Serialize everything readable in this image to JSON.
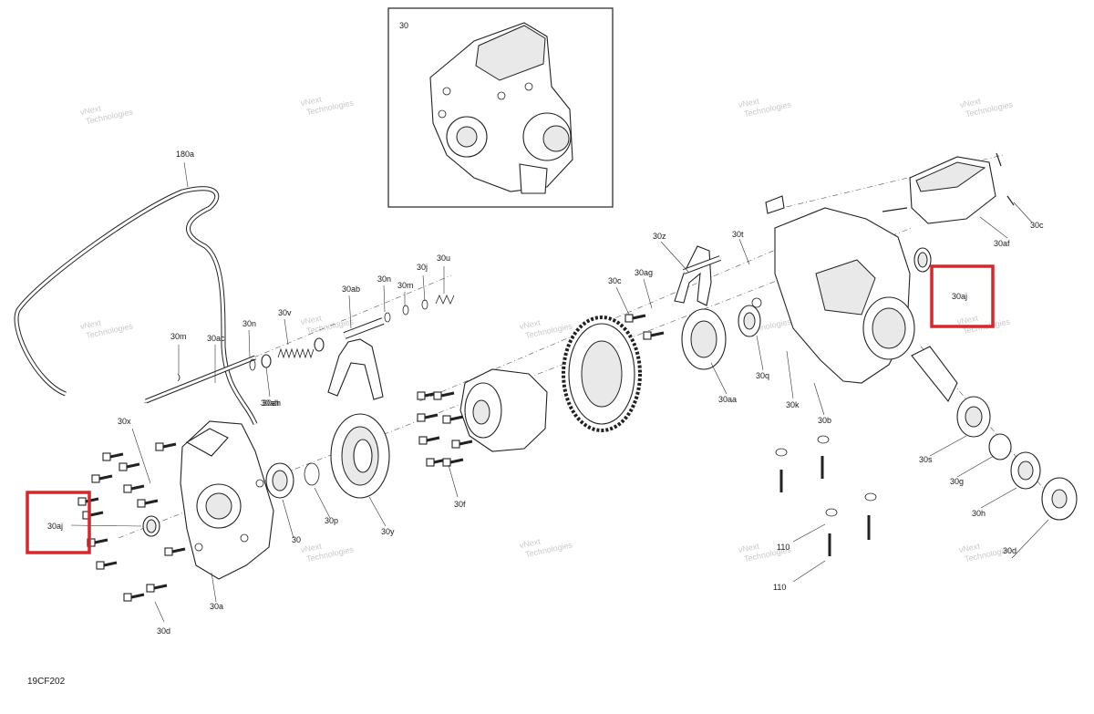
{
  "diagram": {
    "inset_label": "30",
    "code": "19CF202",
    "watermark": [
      "vNext",
      "Technologies"
    ],
    "highlight_label": "30aj"
  },
  "callouts": [
    "180a",
    "30m",
    "30ac",
    "30n",
    "30ah",
    "30v",
    "30ah",
    "30ab",
    "30n",
    "30m",
    "30j",
    "30u",
    "30x",
    "30aj",
    "30d",
    "30a",
    "30",
    "30p",
    "30y",
    "30f",
    "30c",
    "30ag",
    "30z",
    "30t",
    "30aa",
    "30q",
    "30k",
    "30b",
    "30af",
    "30c",
    "30aj",
    "30s",
    "30g",
    "30h",
    "30d",
    "110",
    "110"
  ]
}
